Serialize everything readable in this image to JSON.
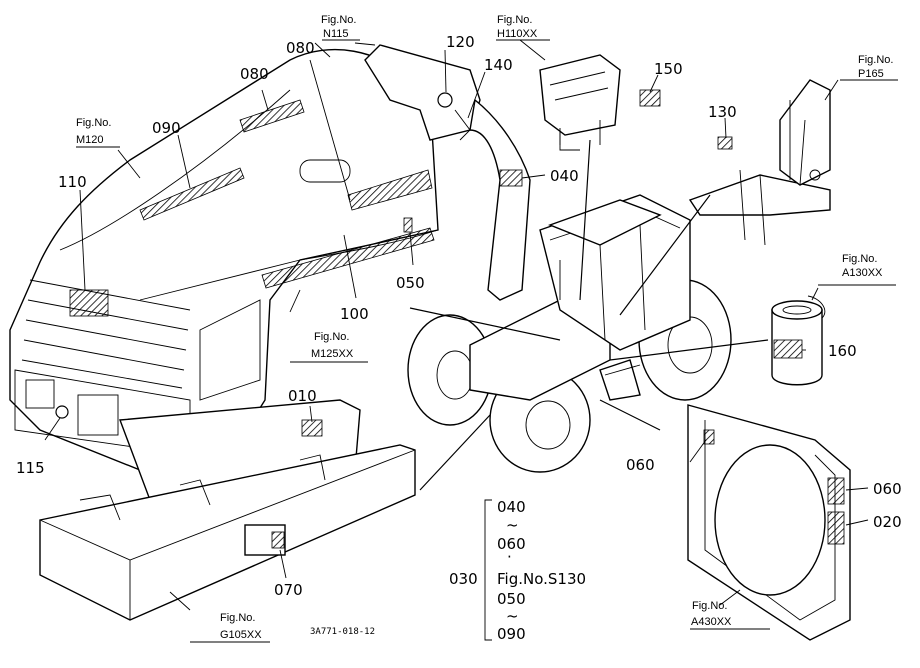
{
  "fig_refs": {
    "n115": {
      "prefix": "Fig.No.",
      "code": "N115"
    },
    "h110": {
      "prefix": "Fig.No.",
      "code": "H110XX"
    },
    "p165": {
      "prefix": "Fig.No.",
      "code": "P165"
    },
    "m120": {
      "prefix": "Fig.No.",
      "code": "M120"
    },
    "a130": {
      "prefix": "Fig.No.",
      "code": "A130XX"
    },
    "m125": {
      "prefix": "Fig.No.",
      "code": "M125XX"
    },
    "g105": {
      "prefix": "Fig.No.",
      "code": "G105XX"
    },
    "a430": {
      "prefix": "Fig.No.",
      "code": "A430XX"
    }
  },
  "parts": {
    "p010": "010",
    "p020": "020",
    "p030": "030",
    "p040": "040",
    "p050": "050",
    "p060a": "060",
    "p060b": "060",
    "p070": "070",
    "p080a": "080",
    "p080b": "080",
    "p090": "090",
    "p100": "100",
    "p110": "110",
    "p115": "115",
    "p120": "120",
    "p130": "130",
    "p140": "140",
    "p150": "150",
    "p160": "160"
  },
  "range_group": {
    "a_start": "040",
    "a_tilde": "~",
    "a_end": "060",
    "dot": "·",
    "ref": "Fig.No.S130",
    "b_start": "050",
    "b_tilde": "~",
    "b_end": "090"
  },
  "drawing_code": "3A771-018-12"
}
